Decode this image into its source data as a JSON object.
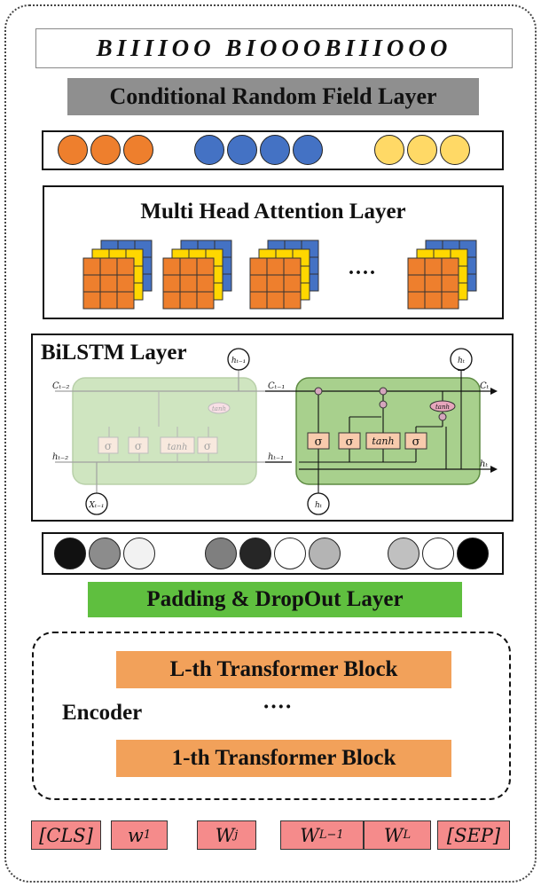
{
  "tag_sequence": "BIIIIOO BIOOOBIIIOOO",
  "crf_layer": {
    "label": "Conditional Random Field Layer"
  },
  "output_circles": {
    "groups": [
      {
        "count": 3,
        "color": "#ee7f2d"
      },
      {
        "count": 4,
        "color": "#4472c4"
      },
      {
        "count": 3,
        "color": "#ffd966"
      }
    ]
  },
  "mha_layer": {
    "label": "Multi Head Attention Layer",
    "ellipsis": "····",
    "colors": {
      "front": "#ee7f2d",
      "middle": "#ffd700",
      "back": "#4472c4"
    }
  },
  "bilstm_layer": {
    "label": "BiLSTM Layer",
    "cell_color": "#a8d08d",
    "gate_color": "#f8cbad",
    "left_cell": {
      "inputs": {
        "c_prev": "Cₜ₋₂",
        "h_prev": "hₜ₋₂",
        "x": "Xₜ₋₁"
      },
      "output_h": "hₜ₋₁",
      "gates": [
        "σ",
        "σ",
        "tanh",
        "σ"
      ],
      "tanh_label": "tanh"
    },
    "right_cell": {
      "inputs": {
        "c_prev": "Cₜ₋₁",
        "h_prev": "hₜ₋₁",
        "x": "hₜ"
      },
      "outputs": {
        "c": "Cₜ",
        "h": "hₜ",
        "h_top": "hₜ"
      },
      "gates": [
        "σ",
        "σ",
        "tanh",
        "σ"
      ],
      "tanh_label": "tanh"
    }
  },
  "hidden_circles": {
    "groups": [
      [
        "#111111",
        "#8c8c8c",
        "#f2f2f2"
      ],
      [
        "#7f7f7f",
        "#262626",
        "#ffffff",
        "#b4b4b4"
      ],
      [
        "#c0c0c0",
        "#ffffff",
        "#000000"
      ]
    ]
  },
  "padding_layer": {
    "label": "Padding & DropOut Layer"
  },
  "encoder": {
    "label": "Encoder",
    "dots": "····",
    "top_block": "L-th Transformer Block",
    "bottom_block": "1-th Transformer Block"
  },
  "tokens": [
    {
      "main": "[CLS]",
      "sub": ""
    },
    {
      "main": "w",
      "sub": "1"
    },
    {
      "main": "W",
      "sub": "j"
    },
    {
      "main": "W",
      "sub": "L−1"
    },
    {
      "main": "W",
      "sub": "L"
    },
    {
      "main": "[SEP]",
      "sub": ""
    }
  ]
}
